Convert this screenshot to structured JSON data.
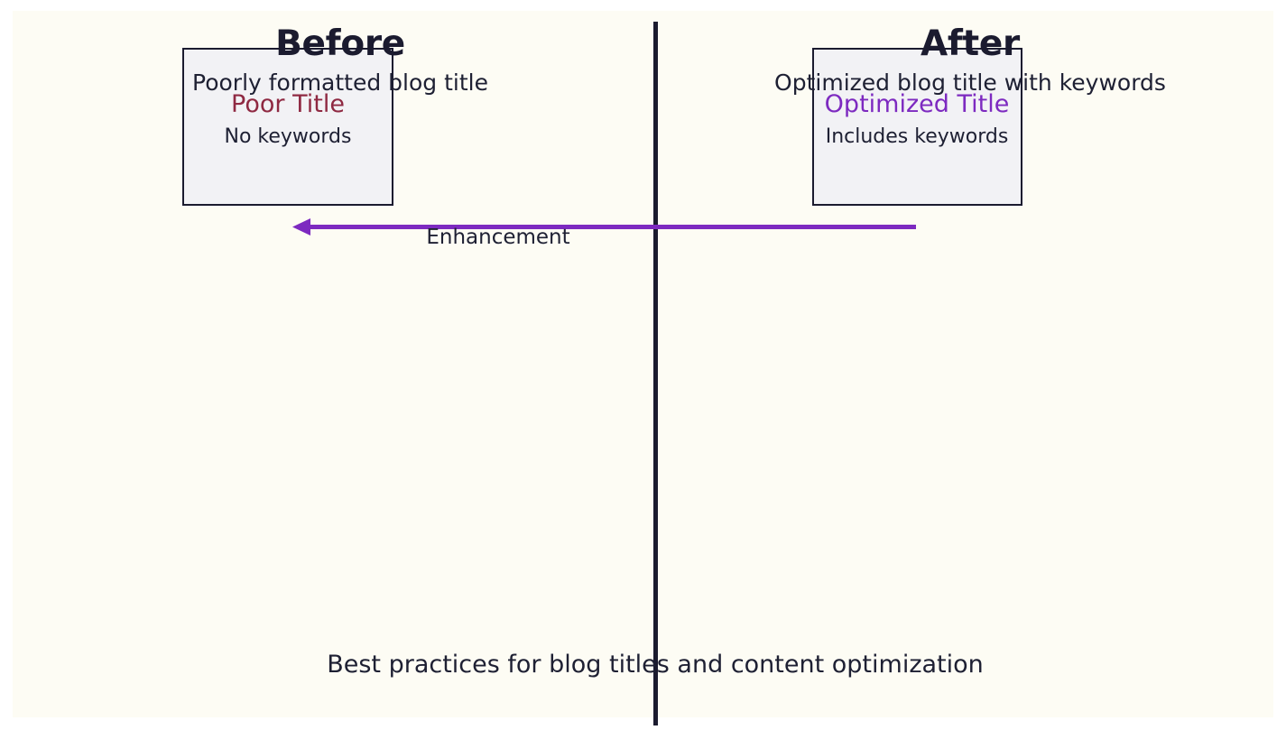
{
  "figure": {
    "background_color": "#fdfcf4",
    "divider_color": "#1b1b2f",
    "caption": "Best practices for blog titles and content optimization"
  },
  "panels": {
    "before": {
      "title": "Before",
      "subtitle": "Poorly formatted blog title",
      "box": {
        "heading": "Poor Title",
        "heading_color": "#8f2942",
        "note": "No keywords",
        "fill_color": "#f2f2f5",
        "border_color": "#1b1b2f"
      }
    },
    "after": {
      "title": "After",
      "subtitle": "Optimized blog title with keywords",
      "box": {
        "heading": "Optimized Title",
        "heading_color": "#7d2ac0",
        "note": "Includes keywords",
        "fill_color": "#f2f2f5",
        "border_color": "#1b1b2f"
      }
    }
  },
  "arrow": {
    "label": "Enhancement",
    "color": "#7d2ac0",
    "direction": "left"
  }
}
